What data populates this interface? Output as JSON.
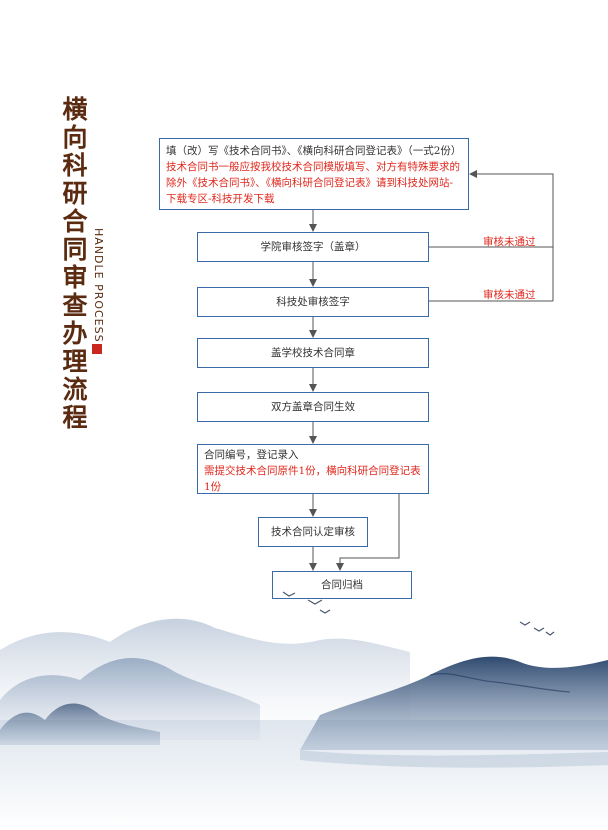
{
  "title": "横向科研合同审查办理流程",
  "subtitle": "HANDLE PROCESS",
  "steps": {
    "s1_black": "填（改）写《技术合同书》、《横向科研合同登记表》（一式2份）",
    "s1_red": "技术合同书一般应按我校技术合同模版填写、对方有特殊要求的除外《技术合同书》、《横向科研合同登记表》请到科技处网站-下载专区-科技开发下载",
    "s2": "学院审核签字（盖章）",
    "s3": "科技处审核签字",
    "s4": "盖学校技术合同章",
    "s5": "双方盖章合同生效",
    "s6_black": "合同编号，登记录入",
    "s6_red": "需提交技术合同原件1份，横向科研合同登记表1份",
    "s7": "技术合同认定审核",
    "s8": "合同归档"
  },
  "reject": {
    "r1": "审核未通过",
    "r2": "审核未通过"
  },
  "colors": {
    "title": "#5a2b10",
    "box_border": "#3a6aa8",
    "red_text": "#e0281e",
    "line": "#555555"
  }
}
